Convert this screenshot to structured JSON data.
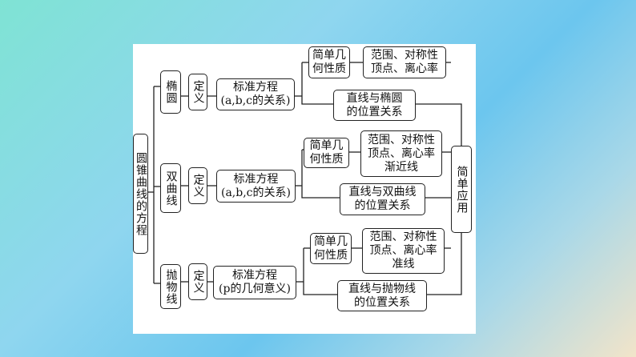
{
  "root": "圆锥曲线的方程",
  "right": "简单应用",
  "define_label": "定义",
  "branches": [
    {
      "name": "椭圆",
      "standard": "标准方程\n(a,b,c的关系)",
      "geo": "简单几\n何性质",
      "props": "范围、对称性\n顶点、离心率",
      "relation": "直线与椭圆\n的位置关系"
    },
    {
      "name": "双曲线",
      "standard": "标准方程\n(a,b,c的关系)",
      "geo": "简单几\n何性质",
      "props": "范围、对称性\n顶点、离心率\n渐近线",
      "relation": "直线与双曲线\n的位置关系"
    },
    {
      "name": "抛物线",
      "standard": "标准方程\n(p的几何意义)",
      "geo": "简单几\n何性质",
      "props": "范围、对称性\n顶点、离心率\n准线",
      "relation": "直线与抛物线\n的位置关系"
    }
  ]
}
